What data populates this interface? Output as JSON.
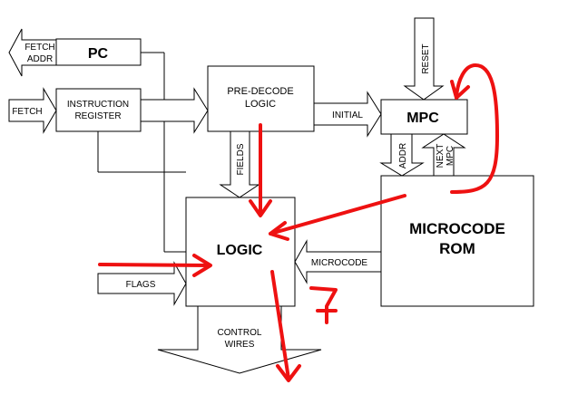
{
  "blocks": {
    "pc": "PC",
    "instruction_register_line1": "INSTRUCTION",
    "instruction_register_line2": "REGISTER",
    "predecode_line1": "PRE-DECODE",
    "predecode_line2": "LOGIC",
    "mpc": "MPC",
    "logic": "LOGIC",
    "microcode_rom_line1": "MICROCODE",
    "microcode_rom_line2": "ROM"
  },
  "signals": {
    "fetch_addr_line1": "FETCH",
    "fetch_addr_line2": "ADDR",
    "fetch": "FETCH",
    "initial": "INITIAL",
    "reset": "RESET",
    "fields": "FIELDS",
    "addr": "ADDR",
    "next_mpc_line1": "NEXT",
    "next_mpc_line2": "MPC",
    "flags": "FLAGS",
    "microcode": "MICROCODE",
    "control_wires_line1": "CONTROL",
    "control_wires_line2": "WIRES"
  },
  "annotations": {
    "handwritten_number": "7"
  },
  "colors": {
    "ink": "#000000",
    "annotation_red": "#ee1111",
    "background": "#ffffff"
  }
}
